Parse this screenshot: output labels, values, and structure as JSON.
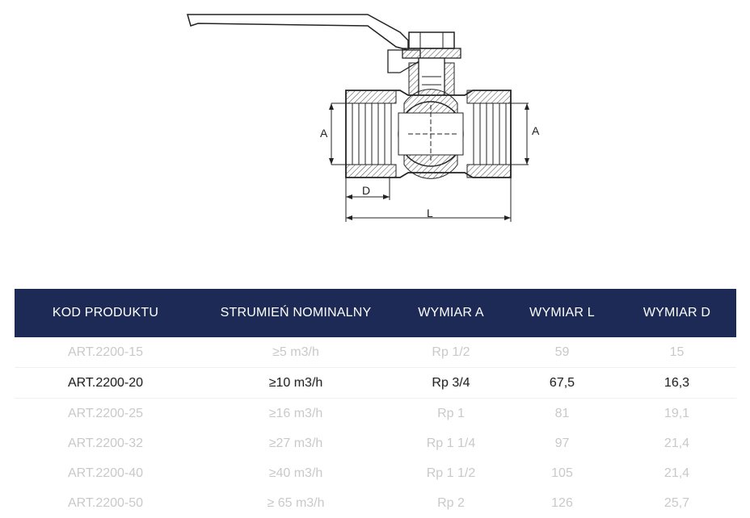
{
  "drawing": {
    "labels": {
      "a_left": "A",
      "a_right": "A",
      "d": "D",
      "l": "L"
    }
  },
  "table": {
    "headers": [
      "KOD PRODUKTU",
      "STRUMIEŃ NOMINALNY",
      "WYMIAR A",
      "WYMIAR L",
      "WYMIAR D"
    ],
    "rows": [
      [
        "ART.2200-15",
        "≥5 m3/h",
        "Rp 1/2",
        "59",
        "15"
      ],
      [
        "ART.2200-20",
        "≥10 m3/h",
        "Rp 3/4",
        "67,5",
        "16,3"
      ],
      [
        "ART.2200-25",
        "≥16 m3/h",
        "Rp 1",
        "81",
        "19,1"
      ],
      [
        "ART.2200-32",
        "≥27 m3/h",
        "Rp 1 1/4",
        "97",
        "21,4"
      ],
      [
        "ART.2200-40",
        "≥40 m3/h",
        "Rp 1 1/2",
        "105",
        "21,4"
      ],
      [
        "ART.2200-50",
        "≥ 65 m3/h",
        "Rp 2",
        "126",
        "25,7"
      ]
    ],
    "highlighted_row": 1
  },
  "colors": {
    "header_bg": "#1c2a55",
    "header_text": "#ffffff",
    "muted_text": "#c9c9c9",
    "active_text": "#222222"
  }
}
